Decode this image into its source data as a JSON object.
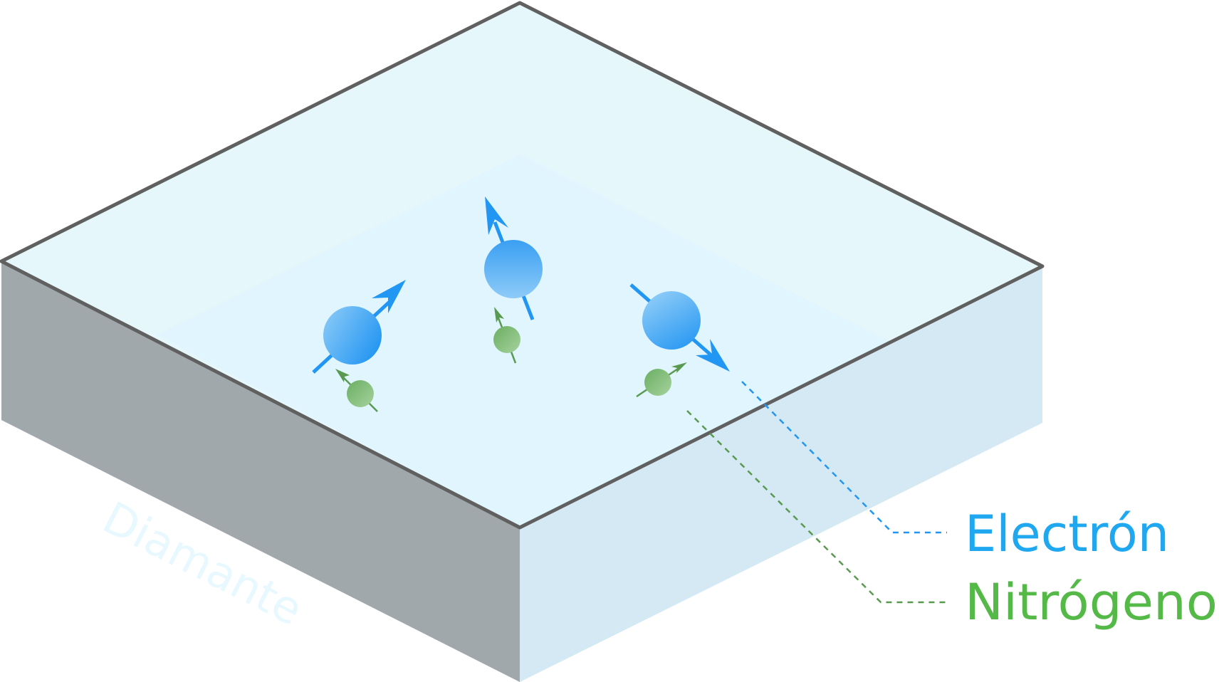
{
  "labels": {
    "electron": "Electrón",
    "nitrogen": "Nitrógeno",
    "material": "Diamante"
  },
  "colors": {
    "top_face": "#e6f7fc",
    "top_inner": "#dff3fb",
    "left_face": "#a1a8ab",
    "right_face": "#d5e9f4",
    "edge": "#606060",
    "electron": "#1fa8f0",
    "electron_arrow": "#2196f3",
    "nitrogen": "#55b948",
    "nitrogen_arrow": "#5a9a50",
    "material_text": "#e8f8ff"
  },
  "components": {
    "electron_count": 3,
    "nitrogen_count": 3
  }
}
